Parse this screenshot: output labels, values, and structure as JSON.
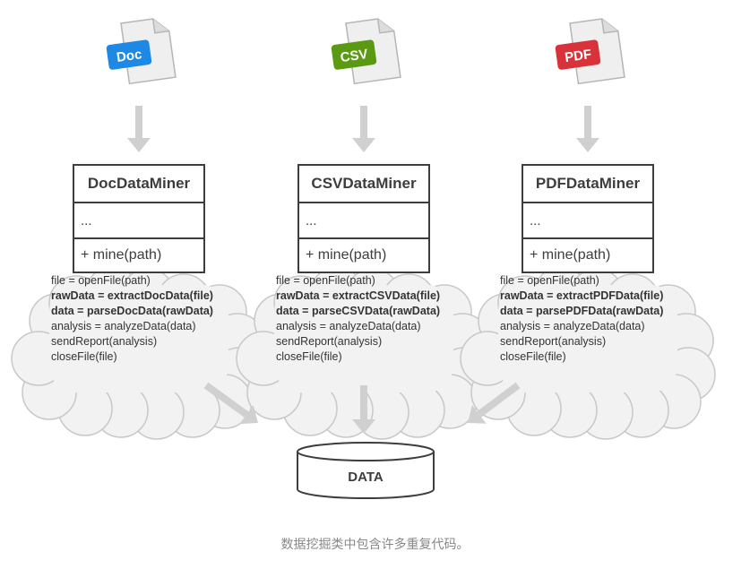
{
  "files": [
    {
      "label": "Doc",
      "color": "#1e88e5"
    },
    {
      "label": "CSV",
      "color": "#5a9a12"
    },
    {
      "label": "PDF",
      "color": "#d8323b"
    }
  ],
  "classes": [
    {
      "name": "DocDataMiner",
      "fields": "...",
      "method": "+ mine(path)",
      "code": [
        "file = openFile(path)",
        "rawData = extractDocData(file)",
        "data = parseDocData(rawData)",
        "analysis = analyzeData(data)",
        "sendReport(analysis)",
        "closeFile(file)"
      ]
    },
    {
      "name": "CSVDataMiner",
      "fields": "...",
      "method": "+ mine(path)",
      "code": [
        "file = openFile(path)",
        "rawData = extractCSVData(file)",
        "data = parseCSVData(rawData)",
        "analysis = analyzeData(data)",
        "sendReport(analysis)",
        "closeFile(file)"
      ]
    },
    {
      "name": "PDFDataMiner",
      "fields": "...",
      "method": "+ mine(path)",
      "code": [
        "file = openFile(path)",
        "rawData = extractPDFData(file)",
        "data = parsePDFData(rawData)",
        "analysis = analyzeData(data)",
        "sendReport(analysis)",
        "closeFile(file)"
      ]
    }
  ],
  "database": {
    "label": "DATA"
  },
  "caption": "数据挖掘类中包含许多重复代码。"
}
